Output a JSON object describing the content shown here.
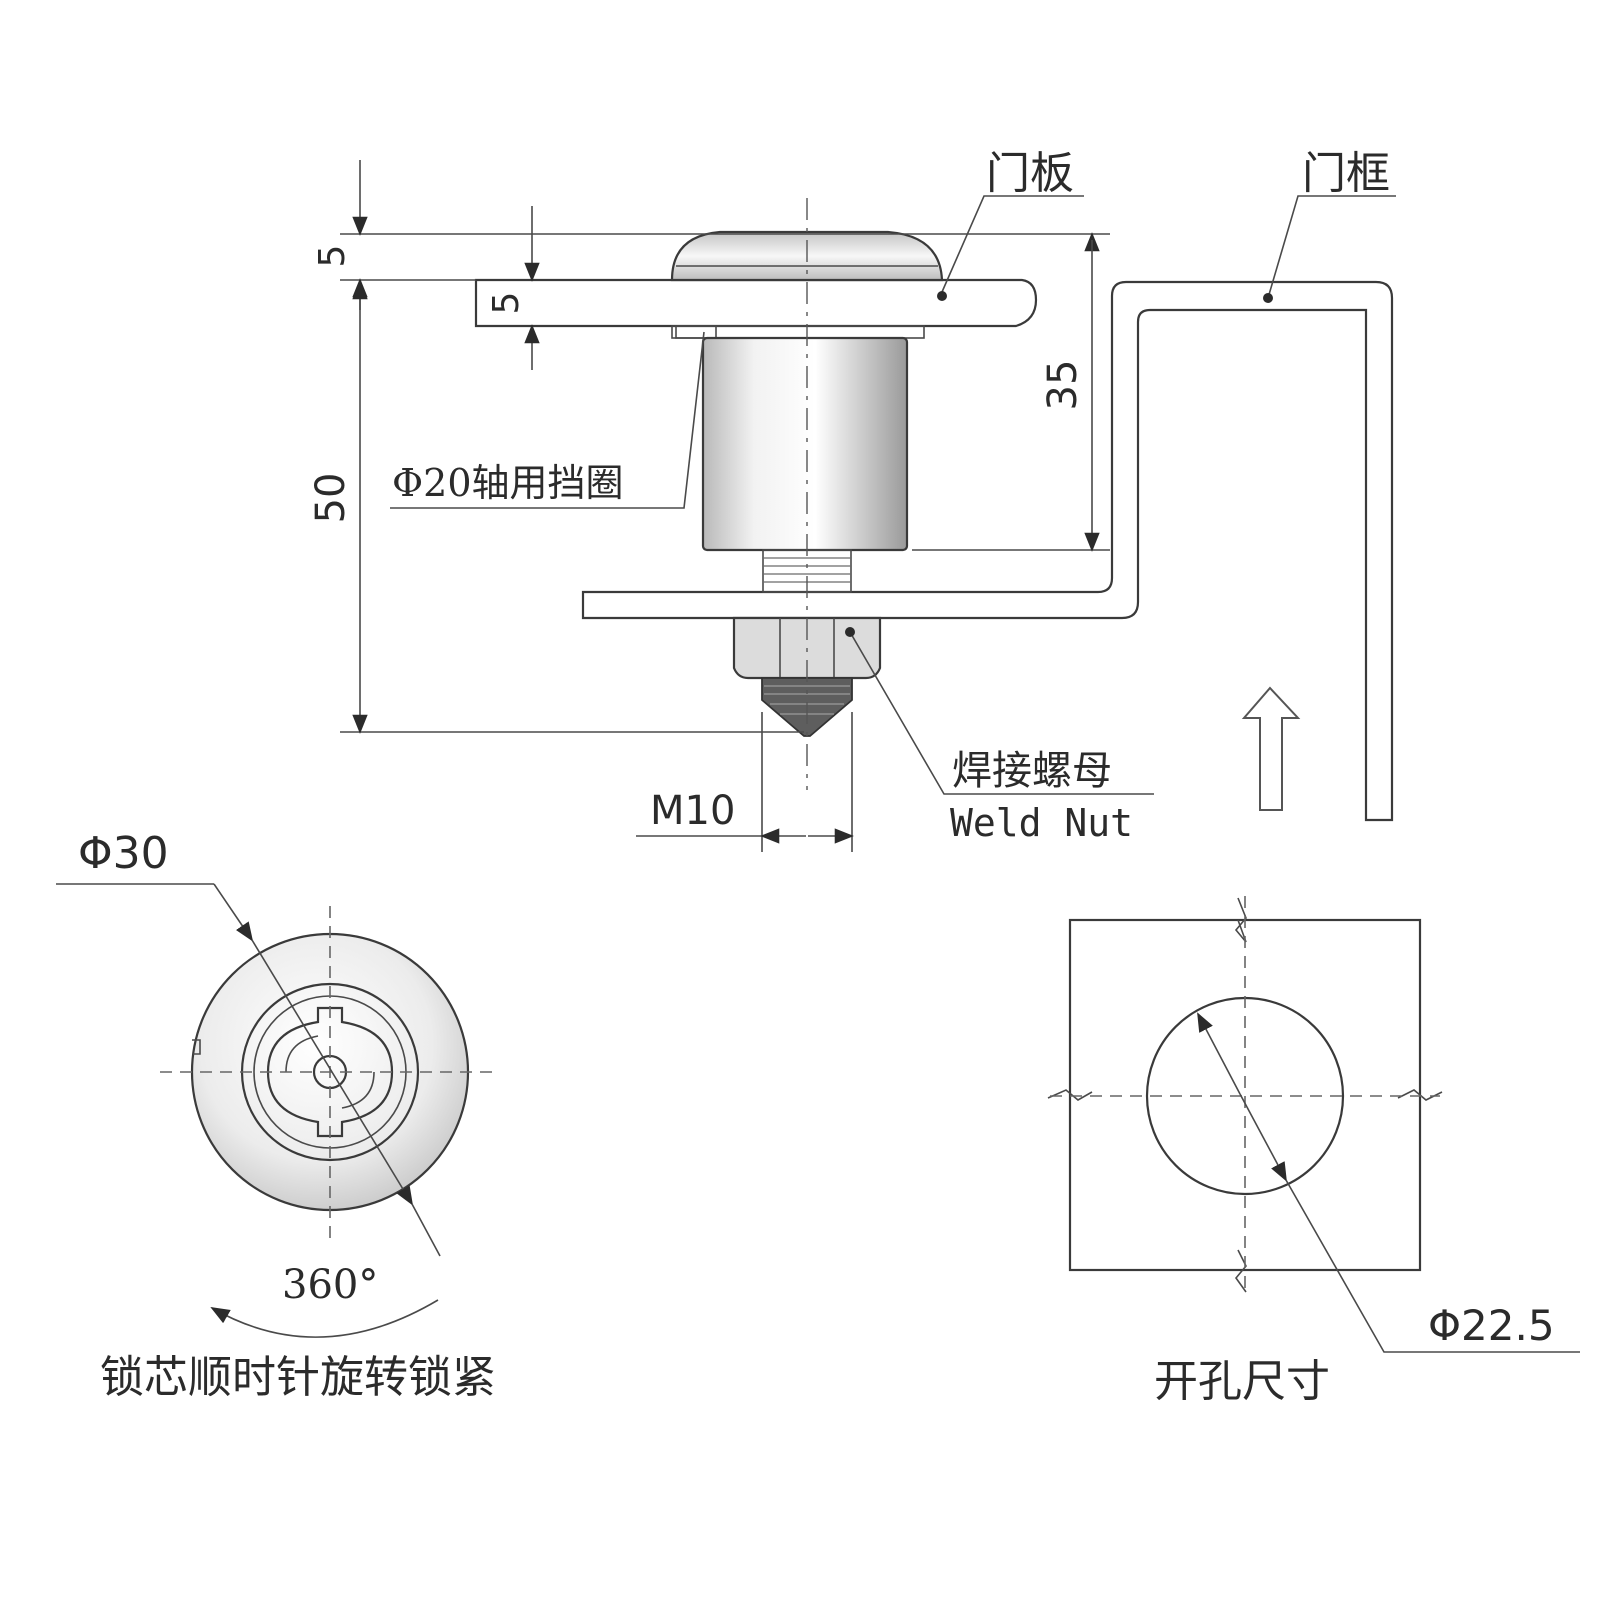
{
  "side_view": {
    "dim_top_5": "5",
    "dim_plate_5": "5",
    "dim_height_50": "50",
    "dim_depth_35": "35",
    "thread_label": "M10",
    "label_door_panel": "门板",
    "label_door_frame": "门框",
    "label_circlip": "Φ20轴用挡圈",
    "label_weld_nut_cn": "焊接螺母",
    "label_weld_nut_en": "Weld Nut"
  },
  "front_view": {
    "dim_diameter": "Φ30",
    "rotation_label": "360°",
    "caption": "锁芯顺时针旋转锁紧"
  },
  "cutout_view": {
    "dim_diameter": "Φ22.5",
    "caption": "开孔尺寸"
  },
  "colors": {
    "line": "#3a3a3a",
    "fill_light": "#ececec",
    "fill_mid": "#d6d6d6",
    "fill_dark": "#b8b8b8"
  }
}
